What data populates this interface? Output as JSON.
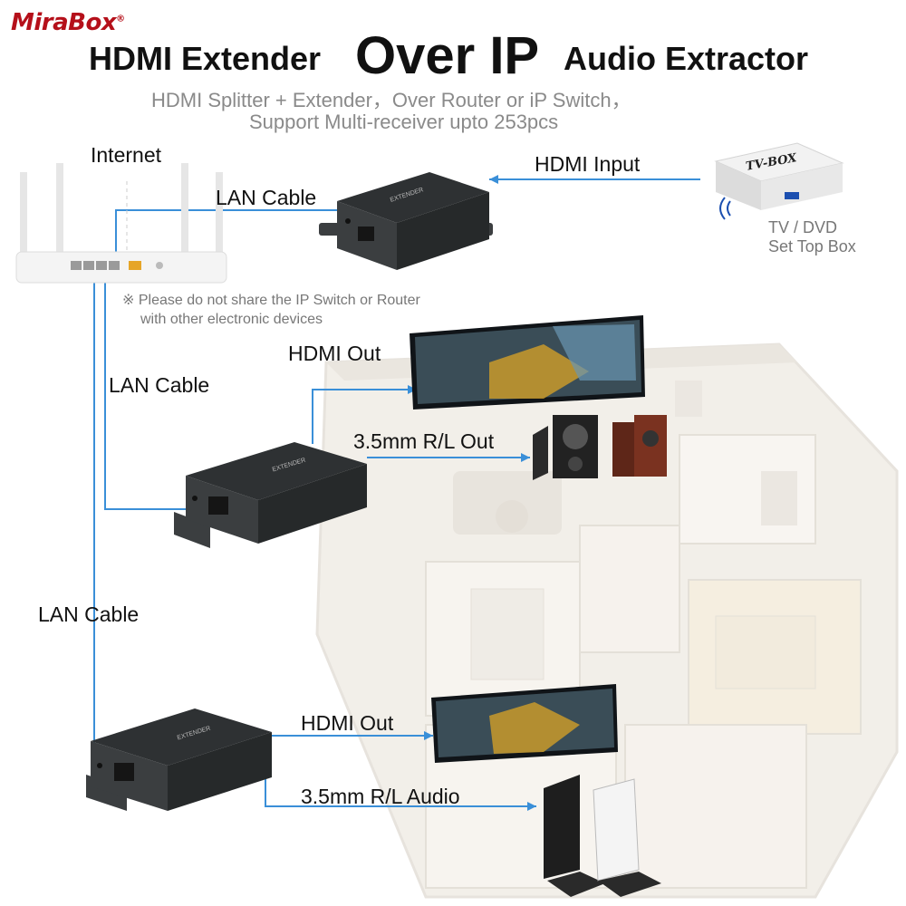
{
  "brand": {
    "logo_text": "MiraBox",
    "logo_mark": "®"
  },
  "title": {
    "part1": "HDMI Extender",
    "part2": "Over IP",
    "part3": "Audio Extractor"
  },
  "subtitle": {
    "line1": "HDMI Splitter + Extender，Over Router or iP Switch，",
    "line2": "Support Multi-receiver upto 253pcs"
  },
  "labels": {
    "internet": "Internet",
    "lan_cable_top": "LAN Cable",
    "hdmi_input": "HDMI Input",
    "tv_box_line1": "TV / DVD",
    "tv_box_line2": "Set Top Box",
    "tv_box_text": "TV-BOX",
    "note_line1": "※ Please do not share the IP Switch or Router",
    "note_line2": "with other electronic devices",
    "hdmi_out_1": "HDMI Out",
    "lan_cable_mid": "LAN Cable",
    "audio_out_1": "3.5mm R/L Out",
    "lan_cable_bottom": "LAN Cable",
    "hdmi_out_2": "HDMI Out",
    "audio_out_2": "3.5mm R/L Audio",
    "device_label": "EXTENDER"
  },
  "colors": {
    "cable": "#3a8fd8",
    "device": "#2e3133",
    "brand_red": "#b5101a",
    "floor": "#ece6dc"
  }
}
